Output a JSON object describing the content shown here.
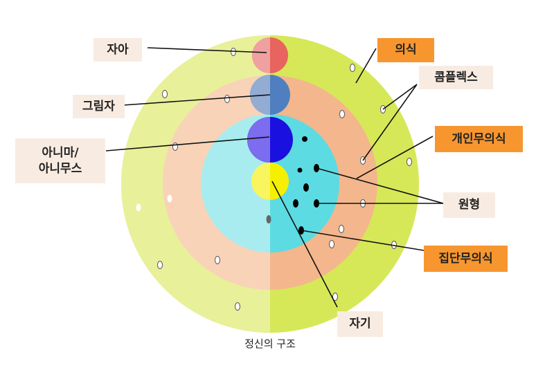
{
  "caption": "정신의 구조",
  "labels": {
    "ego": "자아",
    "shadow": "그림자",
    "anima": "아니마/\n아니무스",
    "conscious": "의식",
    "complex": "콤플렉스",
    "personal_unconscious": "개인무의식",
    "archetype": "원형",
    "collective_unconscious": "집단무의식",
    "self": "자기"
  },
  "colors": {
    "conscious_ring": "#d9ea55",
    "personal_ring": "#f5b98e",
    "collective_core": "#5fdbe3",
    "ego_sphere": "#e8645e",
    "shadow_sphere": "#4f7fc0",
    "anima_sphere": "#1a10e0",
    "self_sphere": "#f5f000",
    "label_highlight": "#f7962f",
    "label_plain": "#f8ece2"
  }
}
